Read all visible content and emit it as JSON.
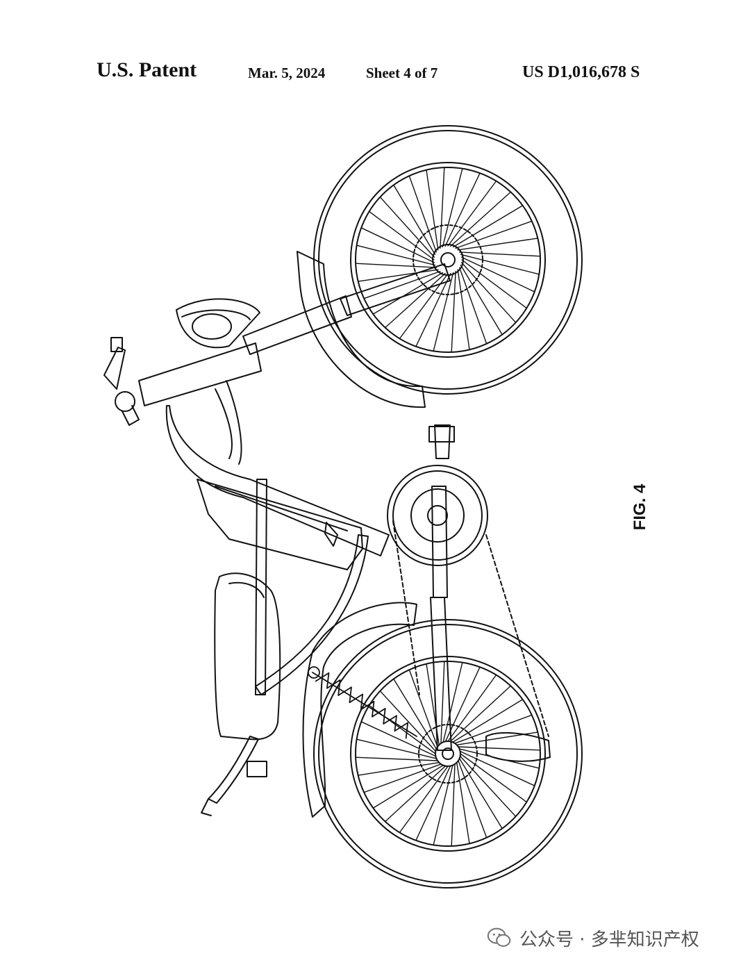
{
  "header": {
    "patent_label": "U.S. Patent",
    "date": "Mar. 5, 2024",
    "sheet": "Sheet 4 of 7",
    "patent_number": "US D1,016,678 S"
  },
  "figure": {
    "label": "FIG. 4"
  },
  "watermark": {
    "text": "公众号 · 多芈知识产权",
    "icon": "wechat-icon"
  }
}
